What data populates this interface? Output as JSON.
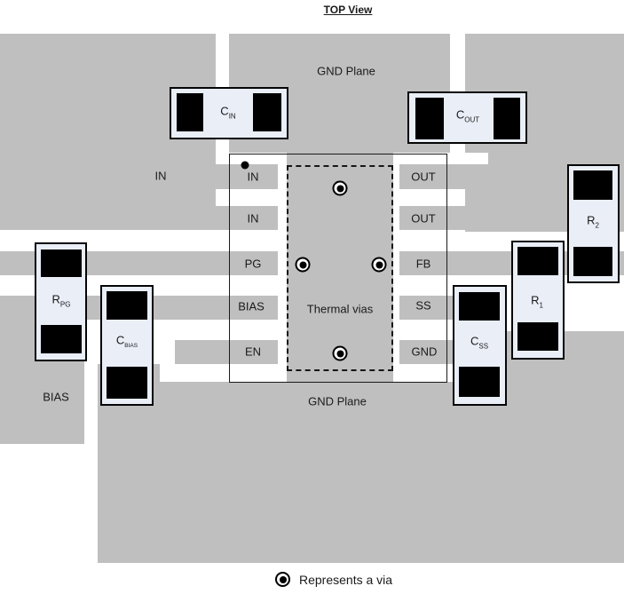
{
  "title": "TOP View",
  "plane_labels": {
    "gnd_top": "GND Plane",
    "in": "IN",
    "bias": "BIAS",
    "gnd_bottom": "GND Plane"
  },
  "ic": {
    "left_pins": [
      "IN",
      "IN",
      "PG",
      "BIAS",
      "EN"
    ],
    "right_pins": [
      "OUT",
      "OUT",
      "FB",
      "SS",
      "GND"
    ],
    "thermal_label": "Thermal vias"
  },
  "components": {
    "c_in": {
      "base": "C",
      "sub": "IN"
    },
    "c_out": {
      "base": "C",
      "sub": "OUT"
    },
    "r_pg": {
      "base": "R",
      "sub": "PG"
    },
    "c_bias": {
      "base": "C",
      "sub": "BIAS"
    },
    "c_ss": {
      "base": "C",
      "sub": "SS"
    },
    "r1": {
      "base": "R",
      "sub": "1"
    },
    "r2": {
      "base": "R",
      "sub": "2"
    }
  },
  "legend": {
    "via_label": "Represents a via"
  },
  "colors": {
    "plane_gray": "#bfbfbf",
    "component_body": "#e9eef7",
    "pad_black": "#000000",
    "outline": "#1a1a1a",
    "background": "#ffffff"
  }
}
